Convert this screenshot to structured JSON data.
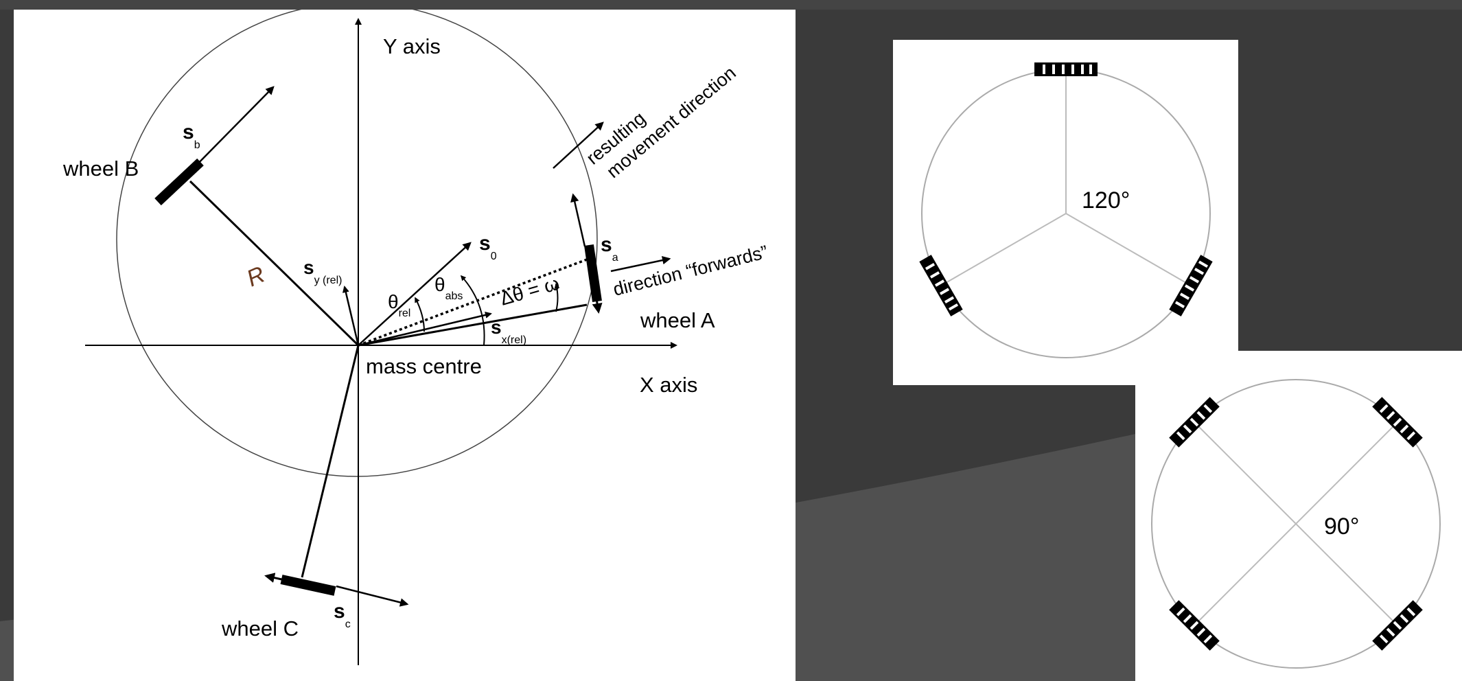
{
  "main_diagram": {
    "y_axis": "Y axis",
    "x_axis": "X axis",
    "mass_centre": "mass centre",
    "wheel_a": "wheel A",
    "wheel_b": "wheel B",
    "wheel_c": "wheel C",
    "radius": "R",
    "resulting_line1": "resulting",
    "resulting_line2": "movement direction",
    "forwards": "direction “forwards”",
    "delta_theta": "Δθ = ω",
    "vectors": {
      "s_a": {
        "symbol": "s",
        "sub": "a"
      },
      "s_b": {
        "symbol": "s",
        "sub": "b"
      },
      "s_c": {
        "symbol": "s",
        "sub": "c"
      },
      "s_0": {
        "symbol": "s",
        "sub": "0"
      },
      "s_y": {
        "symbol": "s",
        "sub": "y (rel)"
      },
      "s_x": {
        "symbol": "s",
        "sub": "x(rel)"
      }
    },
    "angles": {
      "theta_rel": {
        "symbol": "θ",
        "sub": "rel"
      },
      "theta_abs": {
        "symbol": "θ",
        "sub": "abs"
      }
    }
  },
  "three_wheel_layout": {
    "angle_label": "120°"
  },
  "four_wheel_layout": {
    "angle_label": "90°"
  },
  "colors": {
    "slide_background": "#3a3a3a",
    "panel": "#ffffff",
    "radius_label": "#6b3a1f"
  }
}
